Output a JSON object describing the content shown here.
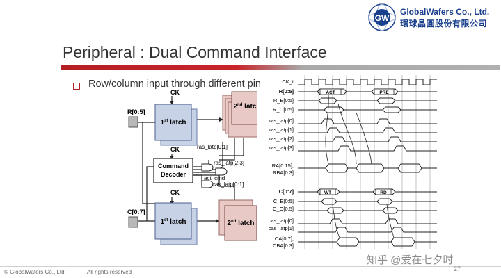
{
  "header": {
    "logo_mark_text": "GW",
    "company_name": "GlobalWafers Co., Ltd.",
    "company_name_cn": "環球晶圓股份有限公司"
  },
  "slide": {
    "title": "Peripheral : Dual Command Interface",
    "bullet": "Row/column input through different pin"
  },
  "diagram": {
    "inputs": {
      "row": "R[0:5]",
      "col": "C[0:7]"
    },
    "clock": "CK",
    "latch_first": {
      "main": "1",
      "sup": "st",
      "rest": " latch"
    },
    "latch_second": {
      "main": "2",
      "sup": "nd",
      "rest": " latch"
    },
    "decoder": [
      "Command",
      "Decoder"
    ],
    "signals": {
      "ras_top": "ras_latp[0:1]",
      "ras_mid": "ras_latp[2:3]",
      "act": "act_cmd",
      "cas": "cas_latp[0:1]"
    }
  },
  "timing": {
    "labels": [
      "CK_t",
      "R[0:5]",
      "R_E[0:5]",
      "R_O[0:5]",
      "ras_latp[0]",
      "ras_latp[1]",
      "ras_latp[2]",
      "ras_latp[3]",
      "RA[0:15],",
      "RBA[0:3]",
      "C[0:7]",
      "C_E[0:5]",
      "C_O[0:5]",
      "cas_latp[0]",
      "cas_latp[1]",
      "CA[0:7],",
      "CBA[0:3]"
    ],
    "cmd_row": [
      "ACT",
      "PRE"
    ],
    "cmd_col": [
      "WT",
      "RD"
    ]
  },
  "footer": {
    "copyright": "© GlobalWafers Co., Ltd.",
    "rights": "All rights reserved",
    "watermark": "知乎 @爱在七夕时",
    "page": "27"
  }
}
